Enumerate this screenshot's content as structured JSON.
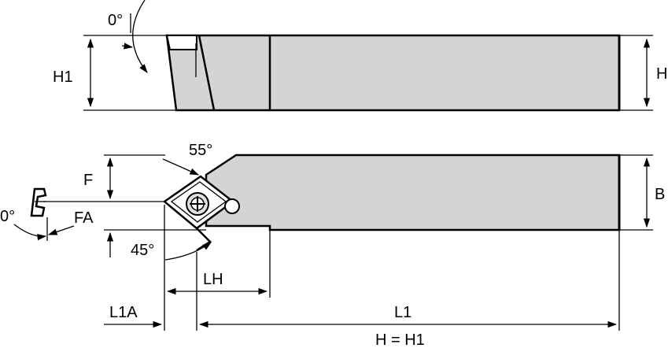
{
  "labels": {
    "angle_top": "0°",
    "h1": "H1",
    "h": "H",
    "angle_55": "55°",
    "f": "F",
    "b": "B",
    "angle_side": "0°",
    "fa": "FA",
    "angle_45": "45°",
    "lh": "LH",
    "l1a": "L1A",
    "l1": "L1",
    "equation": "H = H1"
  }
}
